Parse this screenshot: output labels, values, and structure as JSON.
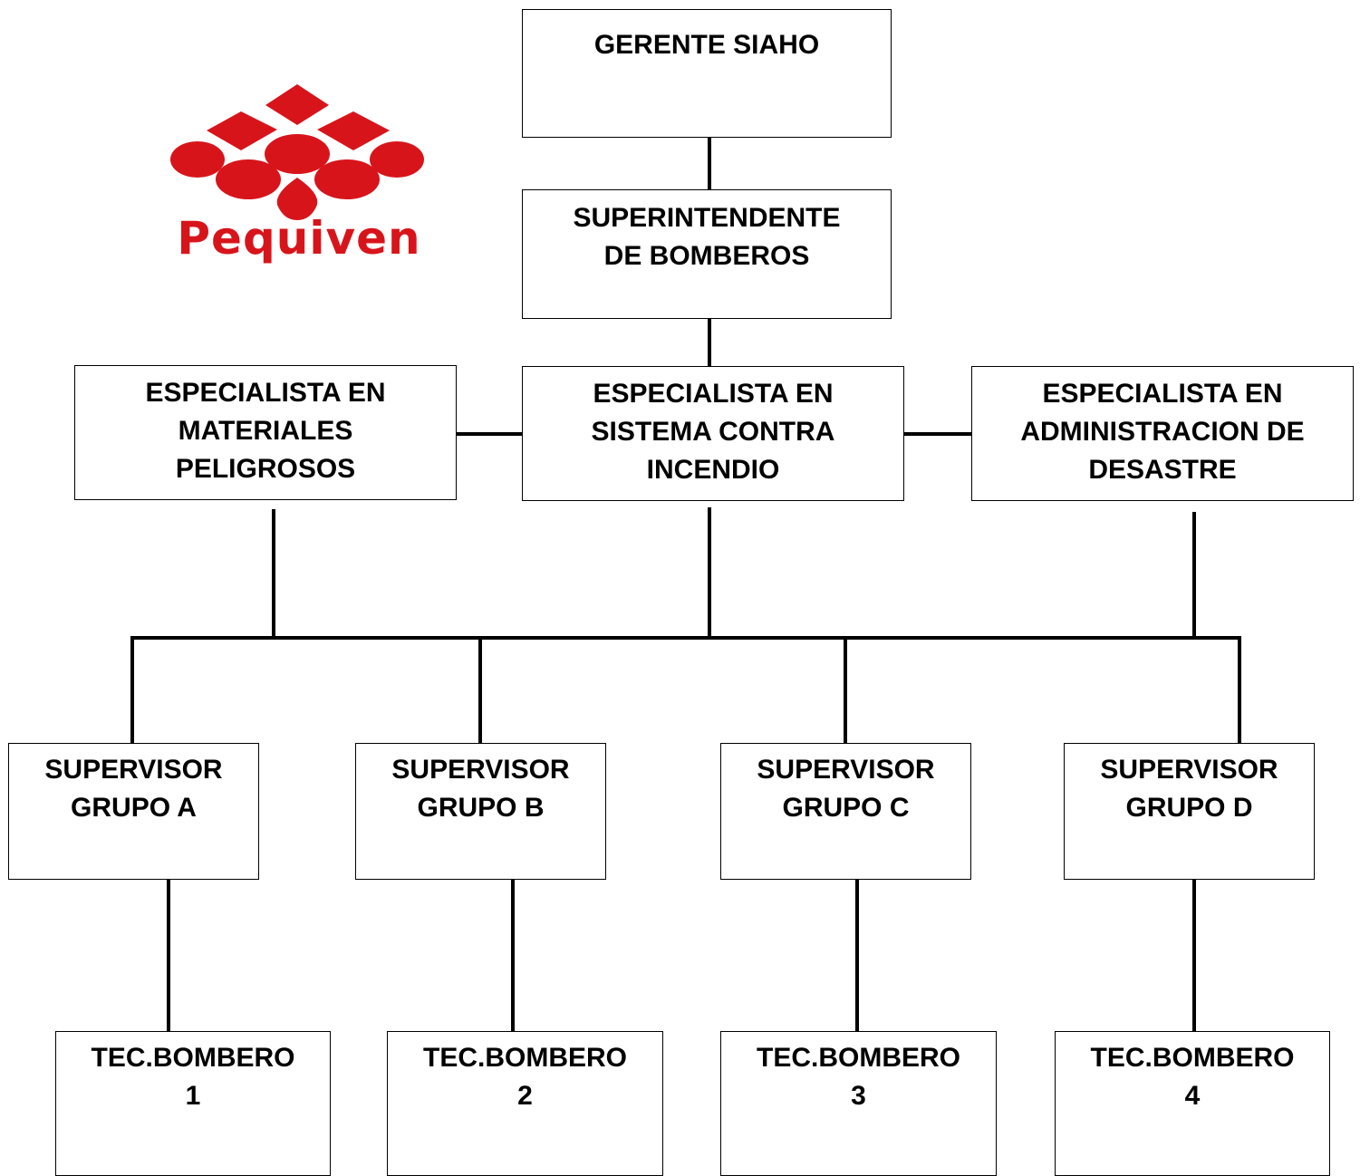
{
  "logo": {
    "text": "Pequiven",
    "color": "#d8141b",
    "icon": "pequiven-logo-icon"
  },
  "nodes": {
    "gerente": [
      "GERENTE SIAHO"
    ],
    "superintendente": [
      "SUPERINTENDENTE",
      "DE BOMBEROS"
    ],
    "esp_materiales": [
      "ESPECIALISTA EN",
      "MATERIALES",
      "PELIGROSOS"
    ],
    "esp_incendio": [
      "ESPECIALISTA EN",
      "SISTEMA CONTRA",
      "INCENDIO"
    ],
    "esp_desastre": [
      "ESPECIALISTA EN",
      "ADMINISTRACION DE",
      "DESASTRE"
    ],
    "sup_a": [
      "SUPERVISOR",
      "GRUPO A"
    ],
    "sup_b": [
      "SUPERVISOR",
      "GRUPO B"
    ],
    "sup_c": [
      "SUPERVISOR",
      "GRUPO C"
    ],
    "sup_d": [
      "SUPERVISOR",
      "GRUPO D"
    ],
    "tec_1": [
      "TEC.BOMBERO",
      "1"
    ],
    "tec_2": [
      "TEC.BOMBERO",
      "2"
    ],
    "tec_3": [
      "TEC.BOMBERO",
      "3"
    ],
    "tec_4": [
      "TEC.BOMBERO",
      "4"
    ]
  }
}
